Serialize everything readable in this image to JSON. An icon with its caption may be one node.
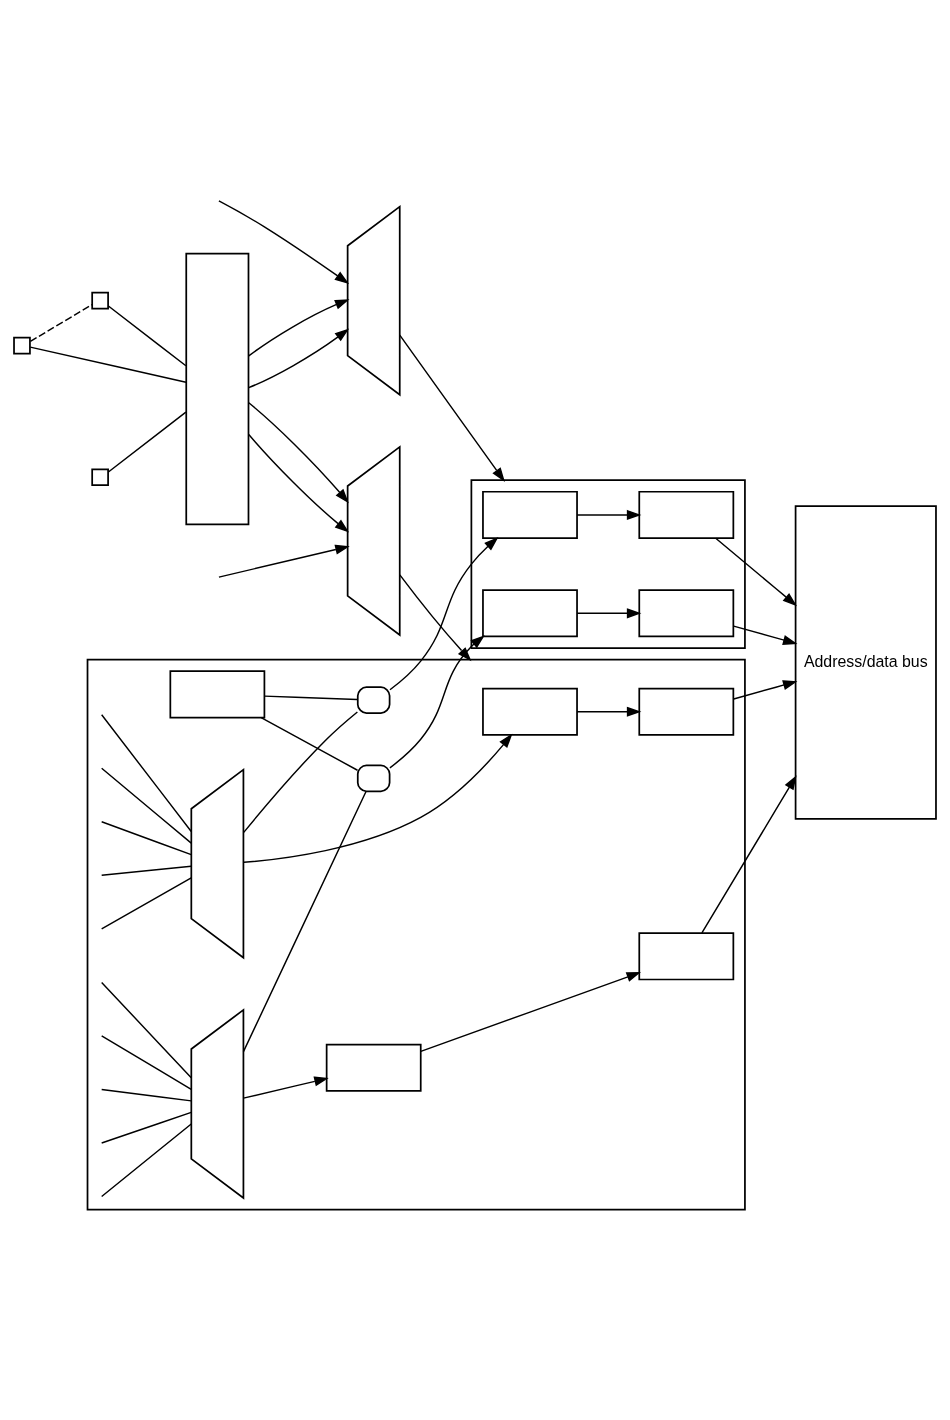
{
  "diagram": {
    "nodes": [
      {
        "text": [],
        "shape": "box"
      },
      {
        "text": [],
        "shape": "box"
      },
      {
        "text": [],
        "shape": "box"
      },
      {
        "text": [],
        "shape": "box"
      },
      {
        "text": [],
        "shape": "trapezoid"
      },
      {
        "text": [],
        "shape": "trapezoid"
      },
      {
        "text": [],
        "shape": "box"
      },
      {
        "text": [],
        "shape": "box",
        "in": 6
      },
      {
        "text": [],
        "shape": "box",
        "in": 6
      },
      {
        "text": [],
        "shape": "box",
        "in": 6
      },
      {
        "text": [],
        "shape": "box",
        "in": 6
      },
      {
        "text": [],
        "shape": "box"
      },
      {
        "text": [],
        "shape": "box",
        "in": 11
      },
      {
        "text": [],
        "shape": "box",
        "in": 11
      },
      {
        "text": [],
        "shape": "box",
        "in": 11
      },
      {
        "text": [],
        "shape": "box",
        "in": 11
      },
      {
        "text": [],
        "shape": "gate",
        "in": 11
      },
      {
        "text": [],
        "shape": "gate",
        "in": 11
      },
      {
        "text": [],
        "shape": "box",
        "in": 11
      },
      {
        "text": [],
        "shape": "trapezoid",
        "in": 11
      },
      {
        "text": [],
        "shape": "trapezoid",
        "in": 11
      },
      {
        "text": [
          "Address/data bus"
        ]
      }
    ],
    "edges": [
      {
        "from": 0,
        "to": 3,
        "arrow": "none"
      },
      {
        "from": 1,
        "to": 3,
        "arrow": "none"
      },
      {
        "from": 2,
        "to": 3,
        "arrow": "none"
      },
      {
        "from": 1,
        "to": 2,
        "arrow": "none",
        "style": "dashed"
      },
      {
        "from": null,
        "to": 4,
        "arrow": "to"
      },
      {
        "from": 3,
        "to": 4,
        "arrow": "to"
      },
      {
        "from": 3,
        "to": 4,
        "arrow": "to"
      },
      {
        "from": 3,
        "to": 5,
        "arrow": "to"
      },
      {
        "from": 3,
        "to": 5,
        "arrow": "to"
      },
      {
        "from": null,
        "to": 5,
        "arrow": "to"
      },
      {
        "from": 4,
        "to": 6,
        "arrow": "to"
      },
      {
        "from": 5,
        "to": 11,
        "arrow": "to"
      },
      {
        "from": 7,
        "to": 9,
        "arrow": "to"
      },
      {
        "from": 8,
        "to": 10,
        "arrow": "to"
      },
      {
        "from": 9,
        "to": 21,
        "arrow": "to"
      },
      {
        "from": 10,
        "to": 21,
        "arrow": "to"
      },
      {
        "from": 12,
        "to": 14,
        "arrow": "to"
      },
      {
        "from": 13,
        "to": 15,
        "arrow": "to"
      },
      {
        "from": 14,
        "to": 21,
        "arrow": "to"
      },
      {
        "from": 15,
        "to": 21,
        "arrow": "to"
      },
      {
        "from": 16,
        "to": 7,
        "arrow": "to"
      },
      {
        "from": 17,
        "to": 8,
        "arrow": "to"
      },
      {
        "from": 18,
        "to": 16,
        "arrow": "none"
      },
      {
        "from": 18,
        "to": 17,
        "arrow": "none"
      },
      {
        "from": 19,
        "to": 12,
        "arrow": "to"
      },
      {
        "from": 19,
        "to": 16,
        "arrow": "none"
      },
      {
        "from": 20,
        "to": 13,
        "arrow": "to"
      },
      {
        "from": 20,
        "to": 17,
        "arrow": "none"
      },
      {
        "from": null,
        "to": 19,
        "arrow": "none"
      },
      {
        "from": null,
        "to": 19,
        "arrow": "none"
      },
      {
        "from": null,
        "to": 19,
        "arrow": "none"
      },
      {
        "from": null,
        "to": 19,
        "arrow": "none"
      },
      {
        "from": null,
        "to": 19,
        "arrow": "none"
      },
      {
        "from": null,
        "to": 20,
        "arrow": "none"
      },
      {
        "from": null,
        "to": 20,
        "arrow": "none"
      },
      {
        "from": null,
        "to": 20,
        "arrow": "none"
      },
      {
        "from": null,
        "to": 20,
        "arrow": "none"
      },
      {
        "from": null,
        "to": 20,
        "arrow": "none"
      }
    ]
  }
}
